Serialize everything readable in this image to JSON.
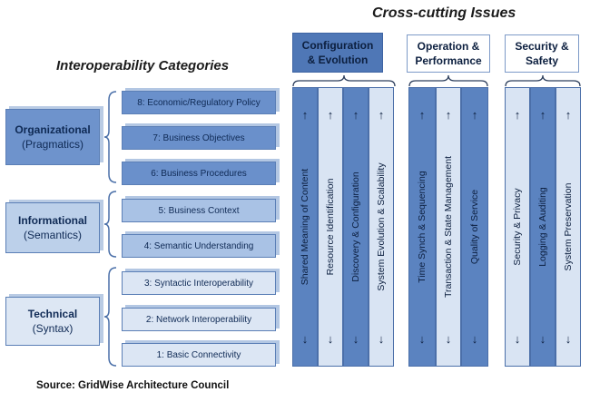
{
  "titles": {
    "cross_cutting": "Cross-cutting Issues",
    "interoperability": "Interoperability Categories"
  },
  "categories": [
    {
      "name": "Organizational",
      "sub": "(Pragmatics)"
    },
    {
      "name": "Informational",
      "sub": "(Semantics)"
    },
    {
      "name": "Technical",
      "sub": "(Syntax)"
    }
  ],
  "levels": [
    "8: Economic/Regulatory Policy",
    "7: Business Objectives",
    "6: Business Procedures",
    "5: Business Context",
    "4: Semantic Understanding",
    "3: Syntactic Interoperability",
    "2: Network Interoperability",
    "1: Basic Connectivity"
  ],
  "groups": [
    {
      "line1": "Configuration",
      "line2": "& Evolution",
      "columns": [
        "Shared Meaning of Content",
        "Resource Identification",
        "Discovery & Configuration",
        "System Evolution & Scalability"
      ]
    },
    {
      "line1": "Operation &",
      "line2": "Performance",
      "columns": [
        "Time Synch & Sequencing",
        "Transaction & State Management",
        "Quality of Service"
      ]
    },
    {
      "line1": "Security &",
      "line2": "Safety",
      "columns": [
        "Security & Privacy",
        "Logging & Auditing",
        "System Preservation"
      ]
    }
  ],
  "arrows": {
    "up": "↑",
    "down": "↓"
  },
  "source": "Source: GridWise Architecture Council",
  "colors": {
    "dark_blue": "#5b83c0",
    "light_blue": "#d9e4f3",
    "header_blue": "#4f77b6"
  }
}
